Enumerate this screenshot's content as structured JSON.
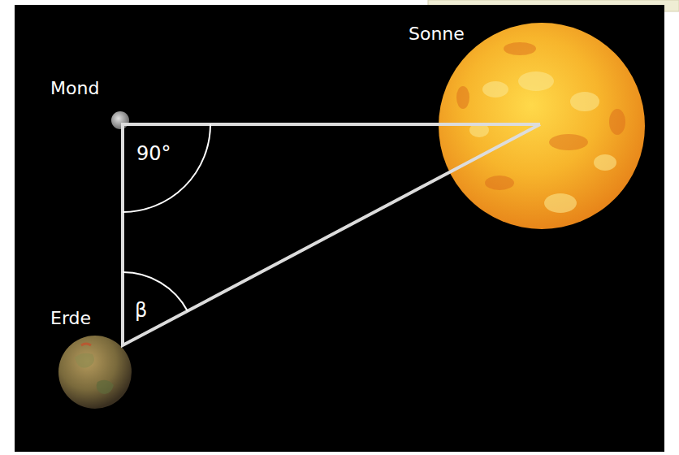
{
  "diagram": {
    "labels": [
      "Sonne",
      "Mond",
      "90°",
      "β",
      "Erde"
    ]
  }
}
